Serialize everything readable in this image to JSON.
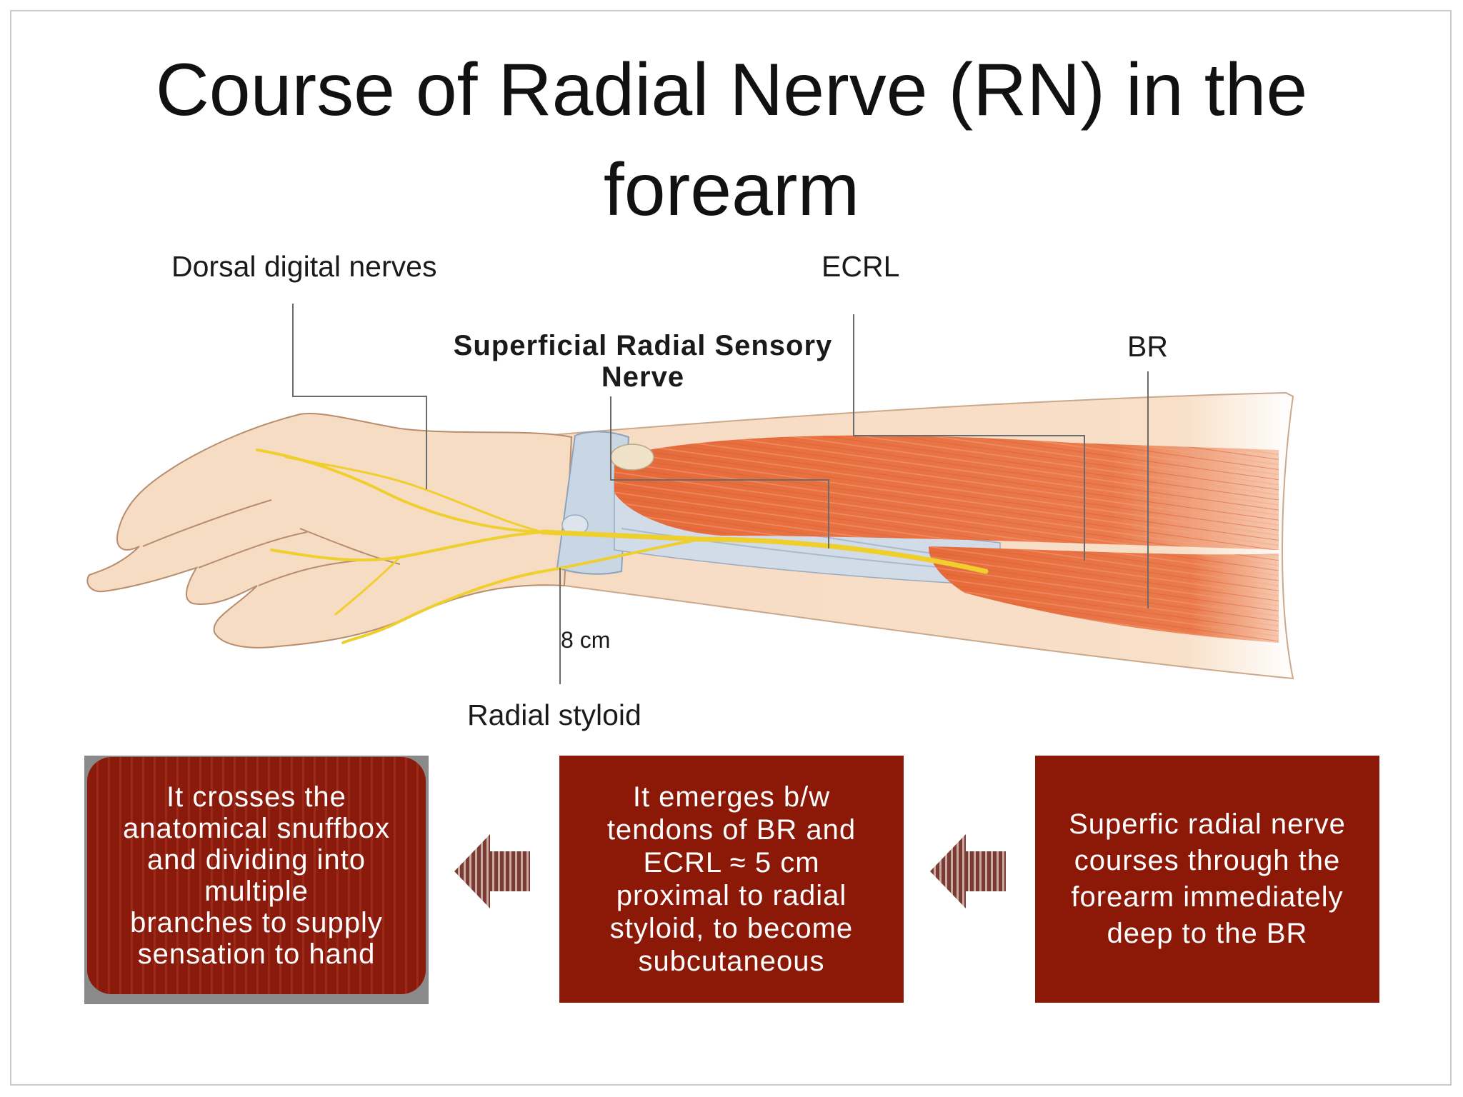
{
  "title": {
    "line1": "Course of Radial Nerve (RN) in the",
    "line2": "forearm"
  },
  "labels": {
    "dorsal_digital_nerves": "Dorsal digital nerves",
    "ecrl": "ECRL",
    "br": "BR",
    "superficial_radial_sensory_nerve": "Superficial Radial Sensory Nerve",
    "distance": "8 cm",
    "radial_styloid": "Radial styloid"
  },
  "boxes": [
    {
      "text": "It crosses the\nanatomical snuffbox\nand dividing into\nmultiple\nbranches to supply\nsensation to hand"
    },
    {
      "text": "It emerges b/w\ntendons of BR and\nECRL ≈ 5  cm\nproximal to radial\nstyloid, to become\nsubcutaneous"
    },
    {
      "text": "Superfic radial nerve\ncourses through the\nforearm immediately\ndeep to the BR"
    }
  ],
  "colors": {
    "box_fill": "#8c1808",
    "arrow": "#7a3b33",
    "muscle": "#e8774a",
    "tendon": "#c8d4e0",
    "nerve": "#f0d23a",
    "skin": "#f7dcc4"
  },
  "icons": {
    "arrows": [
      "left-arrow-icon",
      "left-arrow-icon"
    ]
  }
}
